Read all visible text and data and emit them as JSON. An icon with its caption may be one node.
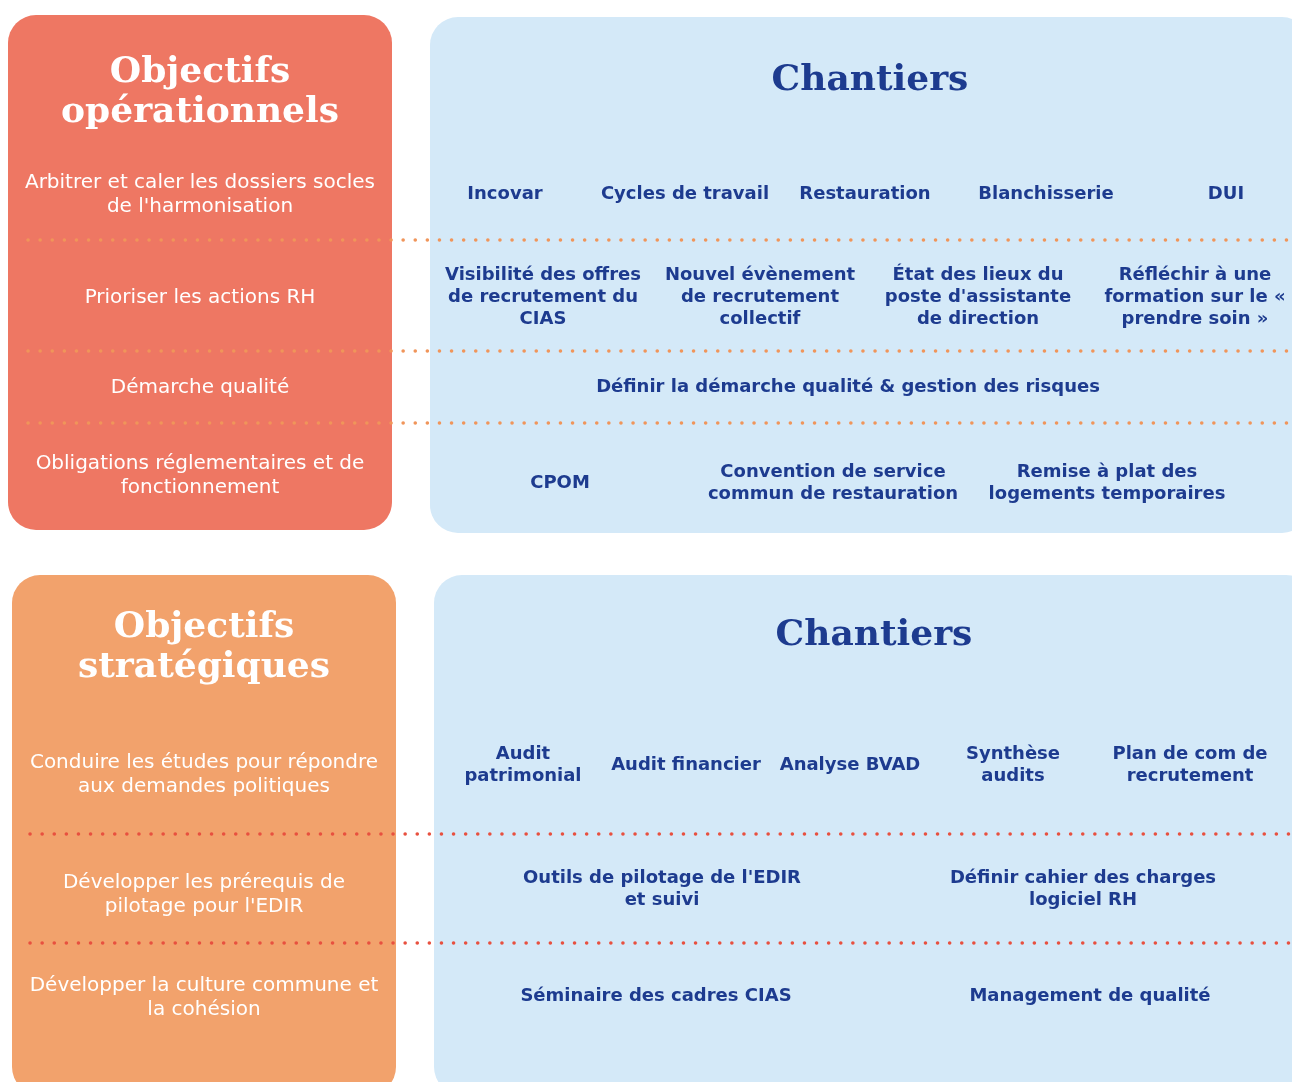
{
  "diagram": {
    "nodes": [
      {
        "text": [
          "Objectifs opérationnels"
        ]
      },
      {
        "text": [
          "Arbitrer et caler les dossiers socles de l'harmonisation"
        ],
        "in": 0
      },
      {
        "text": [
          "Prioriser les actions RH"
        ],
        "in": 0
      },
      {
        "text": [
          "Démarche qualité"
        ],
        "in": 0
      },
      {
        "text": [
          "Obligations réglementaires et de fonctionnement"
        ],
        "in": 0
      },
      {
        "text": [
          "Chantiers"
        ]
      },
      {
        "text": [
          "Incovar"
        ],
        "in": 5
      },
      {
        "text": [
          "Cycles de travail"
        ],
        "in": 5
      },
      {
        "text": [
          "Restauration"
        ],
        "in": 5
      },
      {
        "text": [
          "Blanchisserie"
        ],
        "in": 5
      },
      {
        "text": [
          "DUI"
        ],
        "in": 5
      },
      {
        "text": [
          "Visibilité des offres de recrutement du CIAS"
        ],
        "in": 5
      },
      {
        "text": [
          "Nouvel évènement de recrutement collectif"
        ],
        "in": 5
      },
      {
        "text": [
          "État des lieux du poste d'assistante de direction"
        ],
        "in": 5
      },
      {
        "text": [
          "Réfléchir à une formation sur le « prendre soin »"
        ],
        "in": 5
      },
      {
        "text": [
          "Définir la démarche qualité & gestion des risques"
        ],
        "in": 5
      },
      {
        "text": [
          "CPOM"
        ],
        "in": 5
      },
      {
        "text": [
          "Convention de service commun de restauration"
        ],
        "in": 5
      },
      {
        "text": [
          "Remise à plat des logements temporaires"
        ],
        "in": 5
      },
      {
        "text": [
          "Objectifs stratégiques"
        ]
      },
      {
        "text": [
          "Conduire les études pour répondre aux demandes politiques"
        ],
        "in": 19
      },
      {
        "text": [
          "Développer les prérequis de pilotage pour l'EDIR"
        ],
        "in": 19
      },
      {
        "text": [
          "Développer la culture commune et la cohésion"
        ],
        "in": 19
      },
      {
        "text": [
          "Chantiers"
        ]
      },
      {
        "text": [
          "Audit patrimonial"
        ],
        "in": 23
      },
      {
        "text": [
          "Audit financier"
        ],
        "in": 23
      },
      {
        "text": [
          "Analyse BVAD"
        ],
        "in": 23
      },
      {
        "text": [
          "Synthèse audits"
        ],
        "in": 23
      },
      {
        "text": [
          "Plan de com de recrutement"
        ],
        "in": 23
      },
      {
        "text": [
          "Outils de pilotage de l'EDIR et suivi"
        ],
        "in": 23
      },
      {
        "text": [
          "Définir cahier des charges logiciel RH"
        ],
        "in": 23
      },
      {
        "text": [
          "Séminaire des cadres CIAS"
        ],
        "in": 23
      },
      {
        "text": [
          "Management de qualité"
        ],
        "in": 23
      }
    ]
  }
}
